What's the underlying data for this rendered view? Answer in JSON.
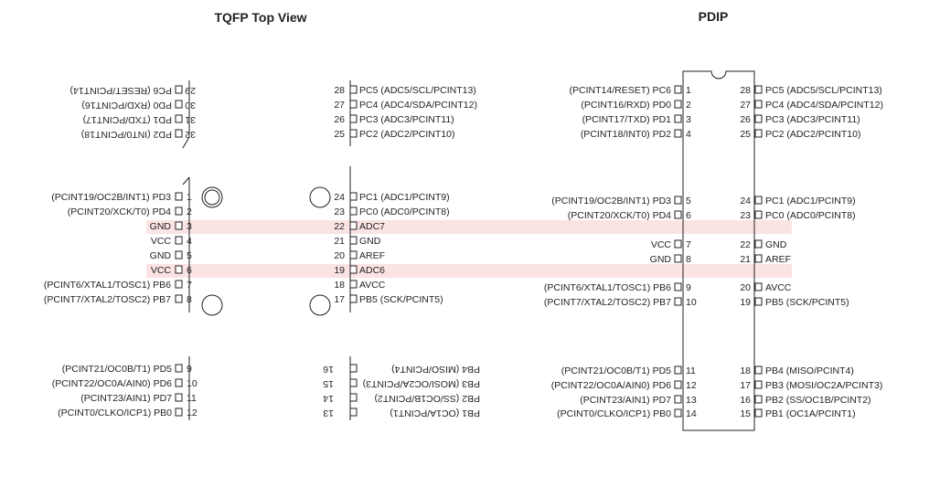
{
  "titles": {
    "tqfp": "TQFP Top View",
    "pdip": "PDIP"
  },
  "colors": {
    "highlight": "#fbe3e3",
    "ink": "#231f20"
  },
  "tqfp": {
    "left": [
      {
        "num": "1",
        "name": "(PCINT19/OC2B/INT1) PD3"
      },
      {
        "num": "2",
        "name": "(PCINT20/XCK/T0) PD4"
      },
      {
        "num": "3",
        "name": "GND",
        "highlight": true
      },
      {
        "num": "4",
        "name": "VCC"
      },
      {
        "num": "5",
        "name": "GND"
      },
      {
        "num": "6",
        "name": "VCC",
        "highlight": true
      },
      {
        "num": "7",
        "name": "(PCINT6/XTAL1/TOSC1) PB6"
      },
      {
        "num": "8",
        "name": "(PCINT7/XTAL2/TOSC2) PB7"
      }
    ],
    "right": [
      {
        "num": "24",
        "name": "PC1 (ADC1/PCINT9)"
      },
      {
        "num": "23",
        "name": "PC0 (ADC0/PCINT8)"
      },
      {
        "num": "22",
        "name": "ADC7",
        "highlight": true
      },
      {
        "num": "21",
        "name": "GND"
      },
      {
        "num": "20",
        "name": "AREF"
      },
      {
        "num": "19",
        "name": "ADC6",
        "highlight": true
      },
      {
        "num": "18",
        "name": "AVCC"
      },
      {
        "num": "17",
        "name": "PB5 (SCK/PCINT5)"
      }
    ],
    "top_left": [
      {
        "num": "29",
        "name": "PC6 (RESET/PCINT14)"
      },
      {
        "num": "30",
        "name": "PD0 (RXD/PCINT16)"
      },
      {
        "num": "31",
        "name": "PD1 (TXD/PCINT17)"
      },
      {
        "num": "32",
        "name": "PD2 (INT0/PCINT18)"
      }
    ],
    "top_right": [
      {
        "num": "28",
        "name": "PC5 (ADC5/SCL/PCINT13)"
      },
      {
        "num": "27",
        "name": "PC4 (ADC4/SDA/PCINT12)"
      },
      {
        "num": "26",
        "name": "PC3 (ADC3/PCINT11)"
      },
      {
        "num": "25",
        "name": "PC2 (ADC2/PCINT10)"
      }
    ],
    "bottom_left": [
      {
        "num": "9",
        "name": "(PCINT21/OC0B/T1) PD5"
      },
      {
        "num": "10",
        "name": "(PCINT22/OC0A/AIN0) PD6"
      },
      {
        "num": "11",
        "name": "(PCINT23/AIN1) PD7"
      },
      {
        "num": "12",
        "name": "(PCINT0/CLKO/ICP1) PB0"
      }
    ],
    "bottom_right": [
      {
        "num": "16",
        "name": "PB4 (MISO/PCINT4)"
      },
      {
        "num": "15",
        "name": "PB3 (MOSI/OC2A/PCINT3)"
      },
      {
        "num": "14",
        "name": "PB2 (SS/OC1B/PCINT2)"
      },
      {
        "num": "13",
        "name": "PB1 (OC1A/PCINT1)"
      }
    ]
  },
  "pdip": {
    "left": [
      {
        "num": "1",
        "name": "(PCINT14/RESET) PC6"
      },
      {
        "num": "2",
        "name": "(PCINT16/RXD) PD0"
      },
      {
        "num": "3",
        "name": "(PCINT17/TXD) PD1"
      },
      {
        "num": "4",
        "name": "(PCINT18/INT0) PD2"
      },
      {
        "num": "5",
        "name": "(PCINT19/OC2B/INT1) PD3"
      },
      {
        "num": "6",
        "name": "(PCINT20/XCK/T0) PD4"
      },
      {
        "num": "7",
        "name": "VCC"
      },
      {
        "num": "8",
        "name": "GND"
      },
      {
        "num": "9",
        "name": "(PCINT6/XTAL1/TOSC1) PB6"
      },
      {
        "num": "10",
        "name": "(PCINT7/XTAL2/TOSC2) PB7"
      },
      {
        "num": "11",
        "name": "(PCINT21/OC0B/T1) PD5"
      },
      {
        "num": "12",
        "name": "(PCINT22/OC0A/AIN0) PD6"
      },
      {
        "num": "13",
        "name": "(PCINT23/AIN1) PD7"
      },
      {
        "num": "14",
        "name": "(PCINT0/CLKO/ICP1) PB0"
      }
    ],
    "right": [
      {
        "num": "28",
        "name": "PC5 (ADC5/SCL/PCINT13)"
      },
      {
        "num": "27",
        "name": "PC4 (ADC4/SDA/PCINT12)"
      },
      {
        "num": "26",
        "name": "PC3 (ADC3/PCINT11)"
      },
      {
        "num": "25",
        "name": "PC2 (ADC2/PCINT10)"
      },
      {
        "num": "24",
        "name": "PC1 (ADC1/PCINT9)"
      },
      {
        "num": "23",
        "name": "PC0 (ADC0/PCINT8)"
      },
      {
        "num": "22",
        "name": "GND"
      },
      {
        "num": "21",
        "name": "AREF"
      },
      {
        "num": "20",
        "name": "AVCC"
      },
      {
        "num": "19",
        "name": "PB5 (SCK/PCINT5)"
      },
      {
        "num": "18",
        "name": "PB4 (MISO/PCINT4)"
      },
      {
        "num": "17",
        "name": "PB3 (MOSI/OC2A/PCINT3)"
      },
      {
        "num": "16",
        "name": "PB2 (SS/OC1B/PCINT2)"
      },
      {
        "num": "15",
        "name": "PB1 (OC1A/PCINT1)"
      }
    ]
  }
}
